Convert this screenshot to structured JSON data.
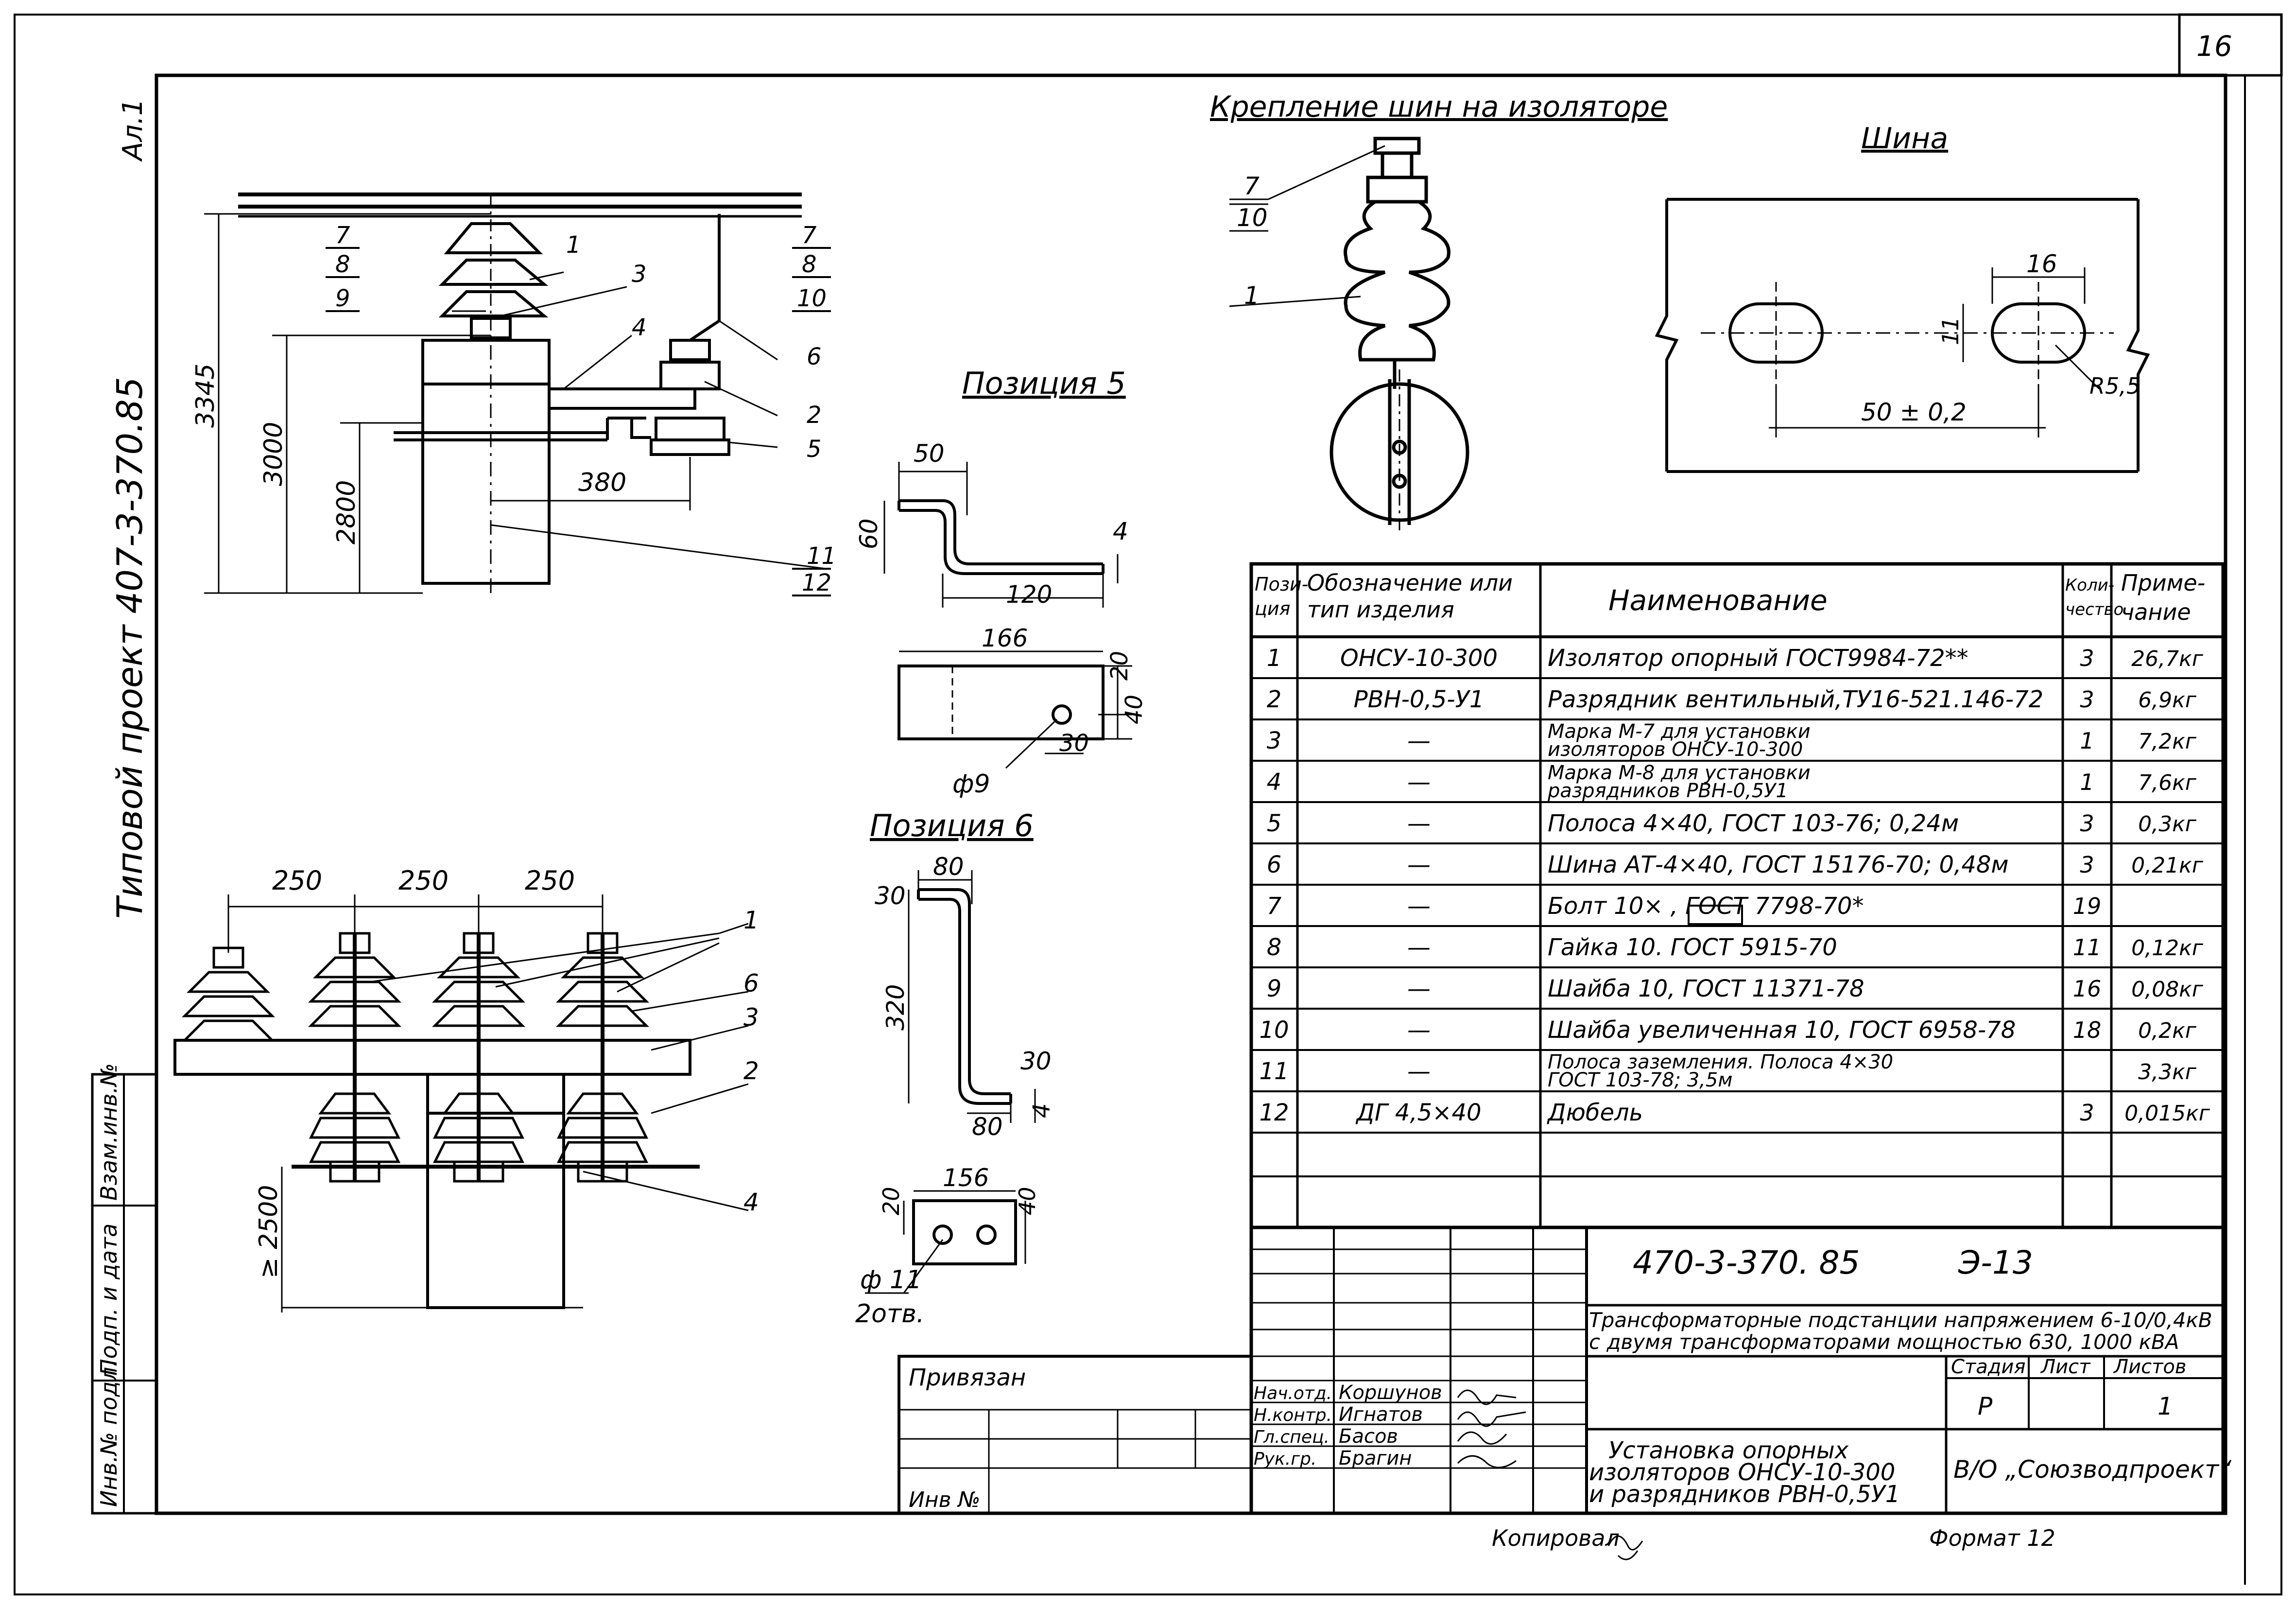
{
  "sheet_corner_number": "16",
  "album_sheet": "Ал.1",
  "vertical_project": "Типовой проект  407-3-370.85",
  "main_view": {
    "dims": {
      "overall": "3345",
      "mid": "3000",
      "low": "2800",
      "offset": "380"
    },
    "callouts": [
      "7",
      "8",
      "9",
      "1",
      "3",
      "4",
      "7",
      "8",
      "10",
      "6",
      "2",
      "5",
      "11",
      "12"
    ]
  },
  "bottom_view": {
    "dims": {
      "spacing1": "250",
      "spacing2": "250",
      "spacing3": "250",
      "min_height": "≥ 2500"
    },
    "callouts": [
      "1",
      "6",
      "3",
      "2",
      "4"
    ]
  },
  "pos5": {
    "title": "Позиция 5",
    "dims": [
      "50",
      "60",
      "4",
      "120",
      "166",
      "20",
      "40",
      "30",
      "ф9"
    ]
  },
  "pos6": {
    "title": "Позиция 6",
    "dims": [
      "80",
      "30",
      "320",
      "30",
      "80",
      "4",
      "156",
      "20",
      "40",
      "ф 11",
      "2отв."
    ]
  },
  "insulator_detail": {
    "title": "Крепление шин на изоляторе",
    "callouts": [
      "7",
      "10",
      "1"
    ]
  },
  "bus_detail": {
    "title": "Шина",
    "dims": [
      "16",
      "11",
      "R5,5",
      "50 ± 0,2"
    ]
  },
  "spec_table": {
    "headers": {
      "pos": "Пози-\nция",
      "designation": "Обозначение или\nтип изделия",
      "name": "Наименование",
      "qty": "Коли-\nчество",
      "note": "Приме-\nчание"
    },
    "rows": [
      {
        "pos": "1",
        "designation": "ОНСУ-10-300",
        "name": "Изолятор опорный ГОСТ9984-72**",
        "qty": "3",
        "note": "26,7кг"
      },
      {
        "pos": "2",
        "designation": "РВН-0,5-У1",
        "name": "Разрядник вентильный,ТУ16-521.146-72",
        "qty": "3",
        "note": "6,9кг"
      },
      {
        "pos": "3",
        "designation": "—",
        "name": "Марка М-7 для установки\nизоляторов ОНСУ-10-300",
        "qty": "1",
        "note": "7,2кг"
      },
      {
        "pos": "4",
        "designation": "—",
        "name": "Марка М-8 для установки\nразрядников РВН-0,5У1",
        "qty": "1",
        "note": "7,6кг"
      },
      {
        "pos": "5",
        "designation": "—",
        "name": "Полоса 4×40, ГОСТ 103-76; 0,24м",
        "qty": "3",
        "note": "0,3кг"
      },
      {
        "pos": "6",
        "designation": "—",
        "name": "Шина АТ-4×40, ГОСТ 15176-70; 0,48м",
        "qty": "3",
        "note": "0,21кг"
      },
      {
        "pos": "7",
        "designation": "—",
        "name": "Болт 10×      , ГОСТ 7798-70*",
        "qty": "19",
        "note": ""
      },
      {
        "pos": "8",
        "designation": "—",
        "name": "Гайка 10. ГОСТ 5915-70",
        "qty": "11",
        "note": "0,12кг"
      },
      {
        "pos": "9",
        "designation": "—",
        "name": "Шайба 10, ГОСТ 11371-78",
        "qty": "16",
        "note": "0,08кг"
      },
      {
        "pos": "10",
        "designation": "—",
        "name": "Шайба увеличенная 10, ГОСТ 6958-78",
        "qty": "18",
        "note": "0,2кг"
      },
      {
        "pos": "11",
        "designation": "—",
        "name": "Полоса заземления. Полоса 4×30\nГОСТ 103-78; 3,5м",
        "qty": "",
        "note": "3,3кг"
      },
      {
        "pos": "12",
        "designation": "ДГ 4,5×40",
        "name": "Дюбель",
        "qty": "3",
        "note": "0,015кг"
      }
    ]
  },
  "title_block": {
    "doc_code": "470-3-370. 85",
    "sheet_code": "Э-13",
    "project_title": "Трансформаторные подстанции напряжением 6-10/0,4кВ\nс двумя трансформаторами мощностью 630, 1000 кВА",
    "stage_header": "Стадия",
    "sheet_header": "Лист",
    "sheets_header": "Листов",
    "stage": "Р",
    "sheet": "",
    "sheets": "1",
    "roles": [
      "Нач.отд.",
      "Н.контр.",
      "Гл.спец.",
      "Рук.гр."
    ],
    "names": [
      "Коршунов",
      "Игнатов",
      "Басов",
      "Брагин"
    ],
    "drawing_title": "Установка опорных\nизоляторов ОНСУ-10-300\nи разрядников РВН-0,5У1",
    "organization": "В/О „Союзводпроект“",
    "bound_to": "Привязан",
    "inv_no": "Инв №"
  },
  "left_stamp": [
    "Взам.инв.№",
    "Подп. и дата",
    "Инв.№ подл."
  ],
  "footer": {
    "copied_by": "Копировал",
    "format": "Формат 12"
  }
}
